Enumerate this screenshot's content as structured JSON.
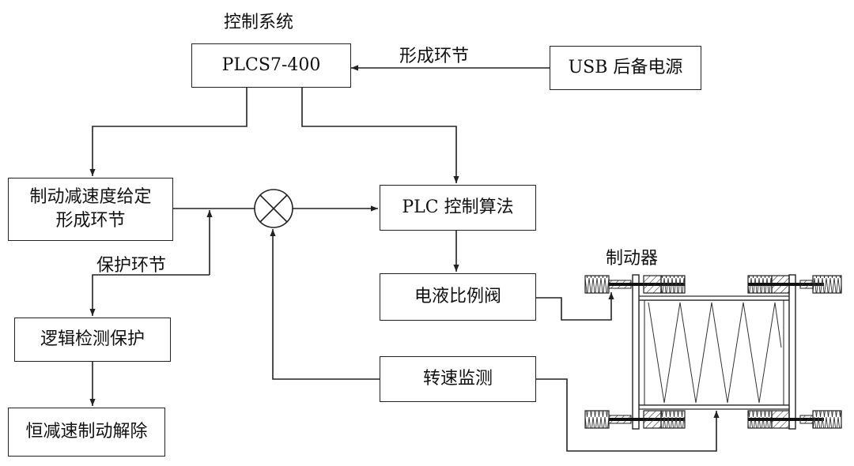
{
  "labels": {
    "control_system": "控制系统",
    "forming_link_top": "形成环节",
    "protection_link": "保护环节",
    "brake": "制动器"
  },
  "boxes": {
    "plc": "PLCS7-400",
    "usb": "USB 后备电源",
    "decel_line1": "制动减速度给定",
    "decel_line2": "形成环节",
    "plc_algo": "PLC 控制算法",
    "valve": "电液比例阀",
    "logic": "逻辑检测保护",
    "release": "恒减速制动解除",
    "speed": "转速监测"
  }
}
